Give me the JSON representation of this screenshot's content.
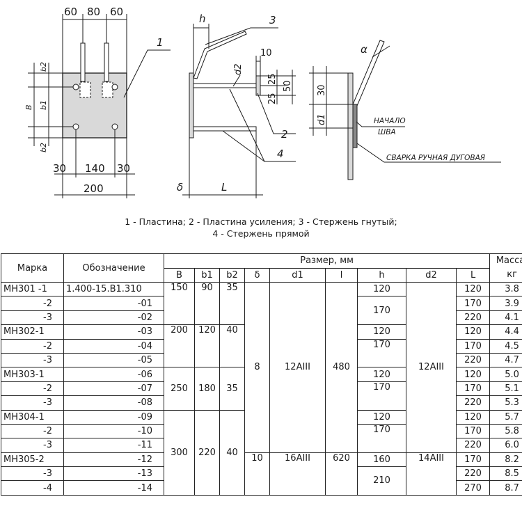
{
  "drawing": {
    "view1": {
      "top_dims": [
        "60",
        "80",
        "60"
      ],
      "bottom_dims": [
        "30",
        "140",
        "30"
      ],
      "overall": "200",
      "left_labels": [
        "b2",
        "b1",
        "B",
        "b2"
      ],
      "callout": "1"
    },
    "view2": {
      "h_label": "h",
      "callout_3": "3",
      "callout_2": "2",
      "callout_4": "4",
      "d2_label": "d2",
      "dim_10": "10",
      "dim_25a": "25",
      "dim_25b": "25",
      "dim_50": "50",
      "delta_label": "δ",
      "L_label": "L"
    },
    "view3": {
      "alpha_label": "α",
      "dim_30": "30",
      "d1_label": "d1",
      "start_note_line1": "НАЧАЛО",
      "start_note_line2": "ШВА",
      "weld_note": "СВАРКА РУЧНАЯ ДУГОВАЯ"
    }
  },
  "caption": {
    "line1": "1 - Пластина; 2 - Пластина усиления; 3 - Стержень гнутый;",
    "line2": "4 - Стержень прямой"
  },
  "table": {
    "headers": {
      "mark": "Марка",
      "designation": "Обозначение",
      "size": "Размер, мм",
      "mass": "Масса, кг",
      "B": "B",
      "b1": "b1",
      "b2": "b2",
      "delta": "δ",
      "d1": "d1",
      "l": "l",
      "h": "h",
      "d2": "d2",
      "L": "L"
    },
    "rows": [
      {
        "mark": "МН301 -1",
        "designation": "1.400-15.В1.310",
        "L": "120",
        "mass": "3.8"
      },
      {
        "mark": "-2",
        "designation": "-01",
        "L": "170",
        "mass": "3.9"
      },
      {
        "mark": "-3",
        "designation": "-02",
        "L": "220",
        "mass": "4.1"
      },
      {
        "mark": "МН302-1",
        "designation": "-03",
        "L": "120",
        "mass": "4.4"
      },
      {
        "mark": "-2",
        "designation": "-04",
        "L": "170",
        "mass": "4.5"
      },
      {
        "mark": "-3",
        "designation": "-05",
        "L": "220",
        "mass": "4.7"
      },
      {
        "mark": "МН303-1",
        "designation": "-06",
        "L": "120",
        "mass": "5.0"
      },
      {
        "mark": "-2",
        "designation": "-07",
        "L": "170",
        "mass": "5.1"
      },
      {
        "mark": "-3",
        "designation": "-08",
        "L": "220",
        "mass": "5.3"
      },
      {
        "mark": "МН304-1",
        "designation": "-09",
        "L": "120",
        "mass": "5.7"
      },
      {
        "mark": "-2",
        "designation": "-10",
        "L": "170",
        "mass": "5.8"
      },
      {
        "mark": "-3",
        "designation": "-11",
        "L": "220",
        "mass": "6.0"
      },
      {
        "mark": "МН305-2",
        "designation": "-12",
        "L": "170",
        "mass": "8.2"
      },
      {
        "mark": "-3",
        "designation": "-13",
        "L": "220",
        "mass": "8.5"
      },
      {
        "mark": "-4",
        "designation": "-14",
        "L": "270",
        "mass": "8.7"
      }
    ],
    "groups": {
      "g1": {
        "B": "150",
        "b1": "90",
        "b2": "35"
      },
      "g2": {
        "B": "200",
        "b1": "120",
        "b2": "40"
      },
      "g3": {
        "B": "250",
        "b1": "180",
        "b2": "35"
      },
      "g4": {
        "B": "300",
        "b1": "220",
        "b2": "40"
      },
      "common_a": {
        "delta": "8",
        "d1": "12АIII",
        "l": "480",
        "d2": "12АIII"
      },
      "common_b": {
        "delta": "10",
        "d1": "16АIII",
        "l": "620",
        "d2": "14АIII"
      },
      "h": [
        "120",
        "170",
        "120",
        "170",
        "120",
        "170",
        "120",
        "170",
        "160",
        "210"
      ]
    }
  }
}
